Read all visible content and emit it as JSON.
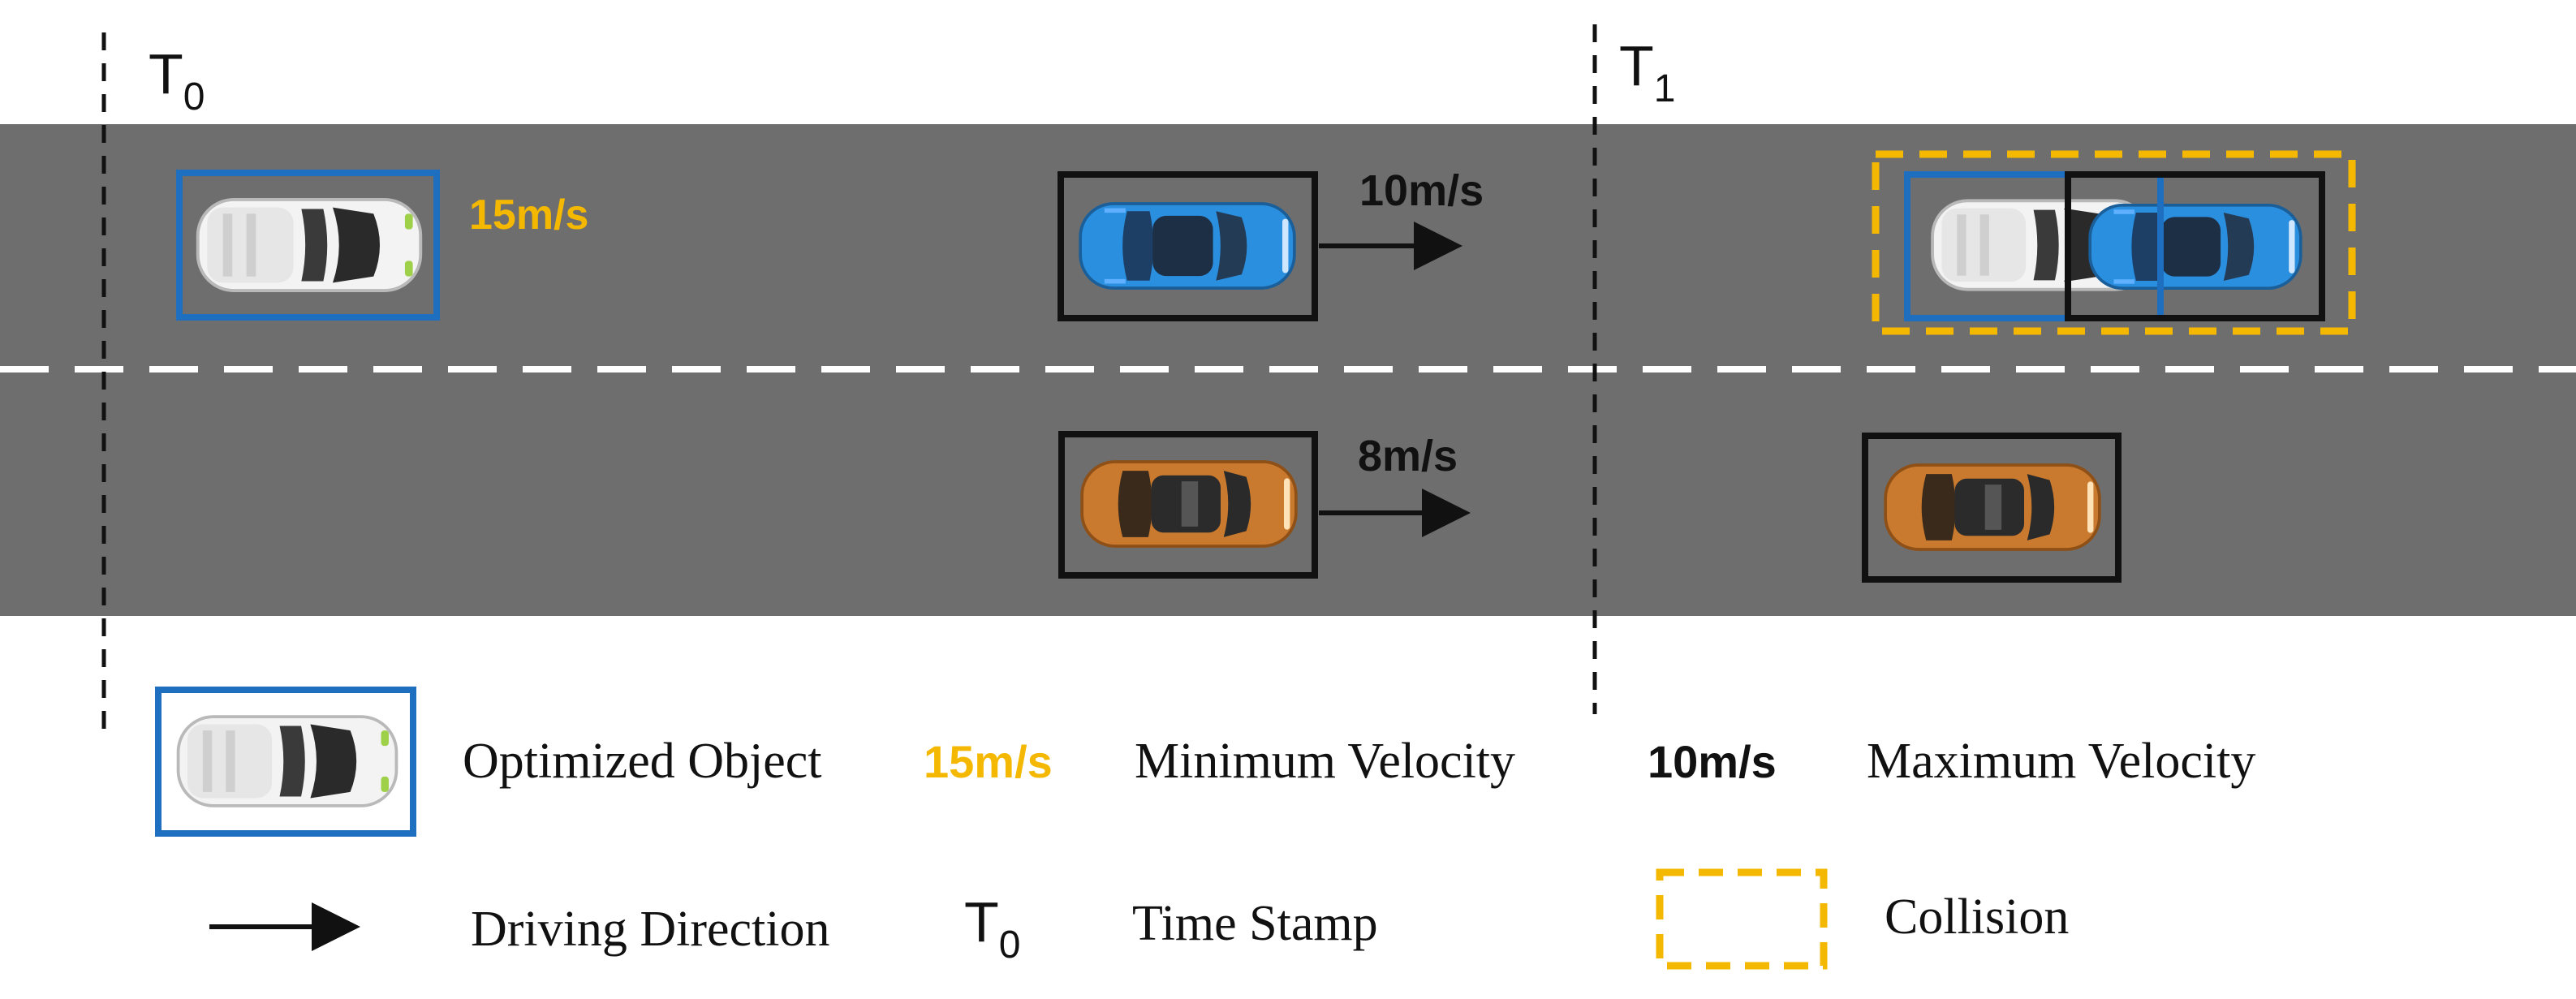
{
  "colors": {
    "road": "#6e6e6e",
    "lane_divider": "#ffffff",
    "optimized_box": "#1e6fbf",
    "vehicle_box": "#111111",
    "collision": "#f5b800",
    "min_velocity": "#f5b800",
    "max_velocity": "#111111",
    "car_white": "#f2f2f2",
    "car_blue": "#2b8fe0",
    "car_orange": "#c97a2e"
  },
  "timestamps": {
    "t0": {
      "base": "T",
      "sub": "0"
    },
    "t1": {
      "base": "T",
      "sub": "1"
    }
  },
  "scene": {
    "optimized_velocity": "15m/s",
    "blue_car_velocity": "10m/s",
    "orange_car_velocity": "8m/s"
  },
  "legend": {
    "optimized_object": "Optimized Object",
    "min_velocity_value": "15m/s",
    "min_velocity_label": "Minimum Velocity",
    "max_velocity_value": "10m/s",
    "max_velocity_label": "Maximum Velocity",
    "driving_direction": "Driving Direction",
    "time_stamp_base": "T",
    "time_stamp_sub": "0",
    "time_stamp_label": "Time Stamp",
    "collision": "Collision"
  },
  "icons": [
    "car-white-icon",
    "car-blue-icon",
    "car-orange-icon",
    "arrow-right-icon",
    "dashed-box-icon"
  ]
}
